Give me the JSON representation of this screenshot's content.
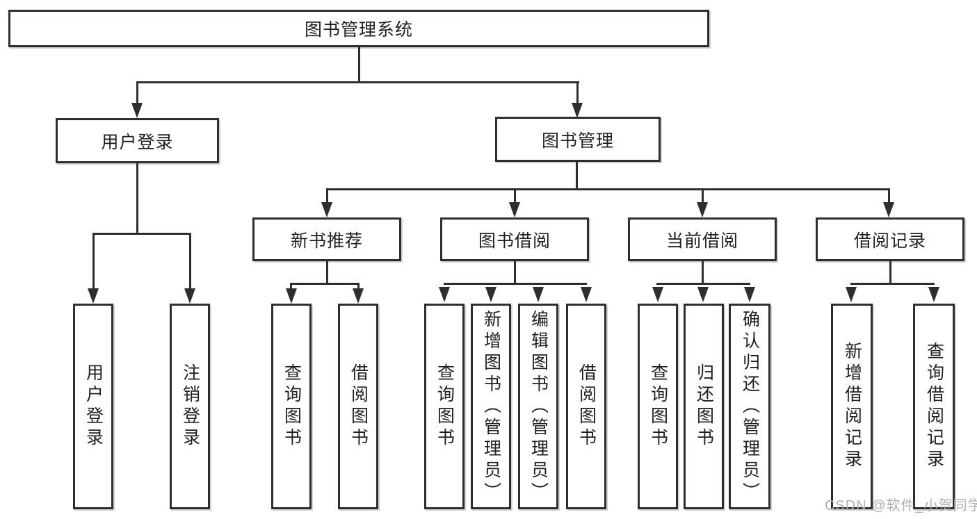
{
  "diagram": {
    "root": {
      "label": "图书管理系统"
    },
    "user_login": {
      "label": "用户登录",
      "children": [
        "用户登录",
        "注销登录"
      ]
    },
    "book_mgmt": {
      "label": "图书管理"
    },
    "sections": [
      {
        "label": "新书推荐",
        "children": [
          "查询图书",
          "借阅图书"
        ]
      },
      {
        "label": "图书借阅",
        "children": [
          "查询图书",
          "新增图书（管理员）",
          "编辑图书（管理员）",
          "借阅图书"
        ]
      },
      {
        "label": "当前借阅",
        "children": [
          "查询图书",
          "归还图书",
          "确认归还（管理员）"
        ]
      },
      {
        "label": "借阅记录",
        "children": [
          "新增借阅记录",
          "查询借阅记录"
        ]
      }
    ]
  },
  "watermark": {
    "text": "CSDN @软件_小贺同学"
  },
  "colors": {
    "line": "#2e2e2e",
    "text": "#1f1f1f",
    "watermark": "#b0b0b0",
    "background": "#ffffff"
  }
}
